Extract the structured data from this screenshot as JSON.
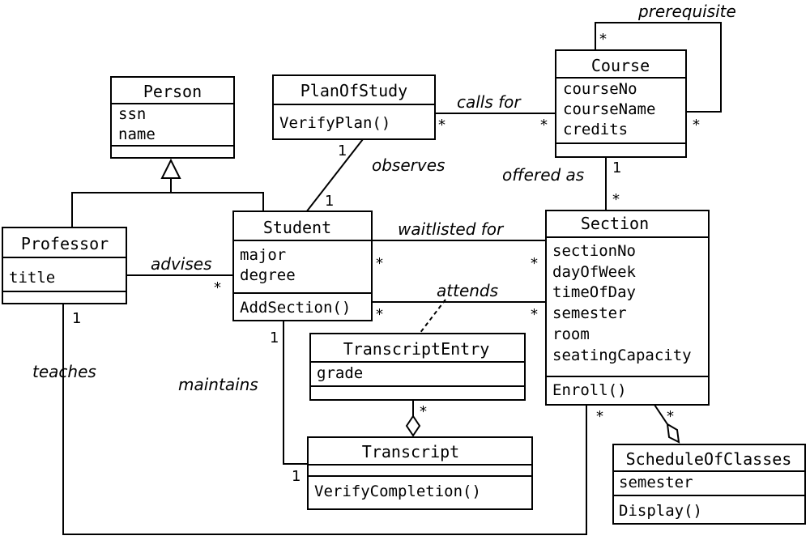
{
  "classes": {
    "person": {
      "name": "Person",
      "attributes": [
        "ssn",
        "name"
      ],
      "operations": []
    },
    "plan_of_study": {
      "name": "PlanOfStudy",
      "attributes": [],
      "operations": [
        "VerifyPlan()"
      ]
    },
    "course": {
      "name": "Course",
      "attributes": [
        "courseNo",
        "courseName",
        "credits"
      ],
      "operations": []
    },
    "professor": {
      "name": "Professor",
      "attributes": [
        "title"
      ],
      "operations": []
    },
    "student": {
      "name": "Student",
      "attributes": [
        "major",
        "degree"
      ],
      "operations": [
        "AddSection()"
      ]
    },
    "section": {
      "name": "Section",
      "attributes": [
        "sectionNo",
        "dayOfWeek",
        "timeOfDay",
        "semester",
        "room",
        "seatingCapacity"
      ],
      "operations": [
        "Enroll()"
      ]
    },
    "transcript_entry": {
      "name": "TranscriptEntry",
      "attributes": [
        "grade"
      ],
      "operations": []
    },
    "transcript": {
      "name": "Transcript",
      "attributes": [],
      "operations": [
        "VerifyCompletion()"
      ]
    },
    "schedule_of_classes": {
      "name": "ScheduleOfClasses",
      "attributes": [
        "semester"
      ],
      "operations": [
        "Display()"
      ]
    }
  },
  "associations": {
    "prerequisite": "prerequisite",
    "calls_for": "calls for",
    "observes": "observes",
    "offered_as": "offered as",
    "advises": "advises",
    "waitlisted_for": "waitlisted for",
    "attends": "attends",
    "teaches": "teaches",
    "maintains": "maintains"
  },
  "multiplicities": {
    "prereq_top": "*",
    "prereq_right": "*",
    "calls_for_plan": "*",
    "calls_for_course": "*",
    "observes_plan": "1",
    "observes_student": "1",
    "offered_course": "1",
    "offered_section": "*",
    "advises_student": "*",
    "waitlist_student": "*",
    "waitlist_section": "*",
    "attends_student": "*",
    "attends_section": "*",
    "teaches_professor": "1",
    "teaches_section": "*",
    "maintains_student": "1",
    "maintains_transcript": "1",
    "entry_aggregation": "*",
    "schedule_aggregation": "*"
  }
}
